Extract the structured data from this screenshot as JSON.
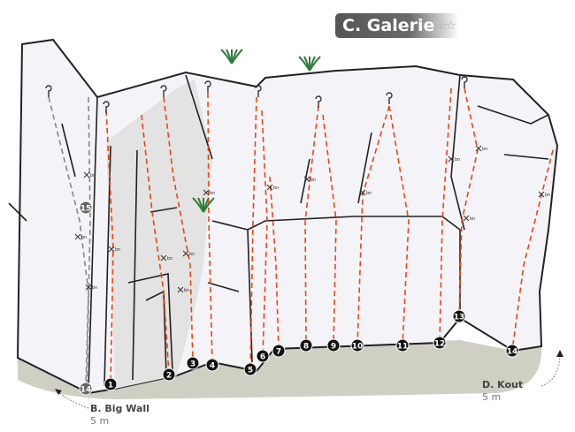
{
  "title": {
    "text": "C. Galerie",
    "stars": "☆☆",
    "star_count": 2
  },
  "colors": {
    "route": "#ee4411",
    "project": "#888888",
    "wall": "#f4f4f8",
    "shade": "#e3e3e3",
    "ground": "#cfcfc4",
    "grass": "#2e7d3a"
  },
  "bolt_label": "bn",
  "routes": [
    {
      "num": "14",
      "style": "gray"
    },
    {
      "num": "1",
      "style": "red"
    },
    {
      "num": "2",
      "style": "red"
    },
    {
      "num": "3",
      "style": "red"
    },
    {
      "num": "4",
      "style": "red"
    },
    {
      "num": "5",
      "style": "red"
    },
    {
      "num": "6",
      "style": "red"
    },
    {
      "num": "7",
      "style": "red"
    },
    {
      "num": "8",
      "style": "red"
    },
    {
      "num": "9",
      "style": "red"
    },
    {
      "num": "10",
      "style": "red"
    },
    {
      "num": "11",
      "style": "red"
    },
    {
      "num": "12",
      "style": "red"
    },
    {
      "num": "13",
      "style": "red"
    },
    {
      "num": "14",
      "style": "red"
    },
    {
      "num": "15",
      "style": "gray"
    }
  ],
  "sectors": [
    {
      "name": "B. Big Wall",
      "distance": "5 m"
    },
    {
      "name": "D. Kout",
      "distance": "5 m"
    }
  ]
}
